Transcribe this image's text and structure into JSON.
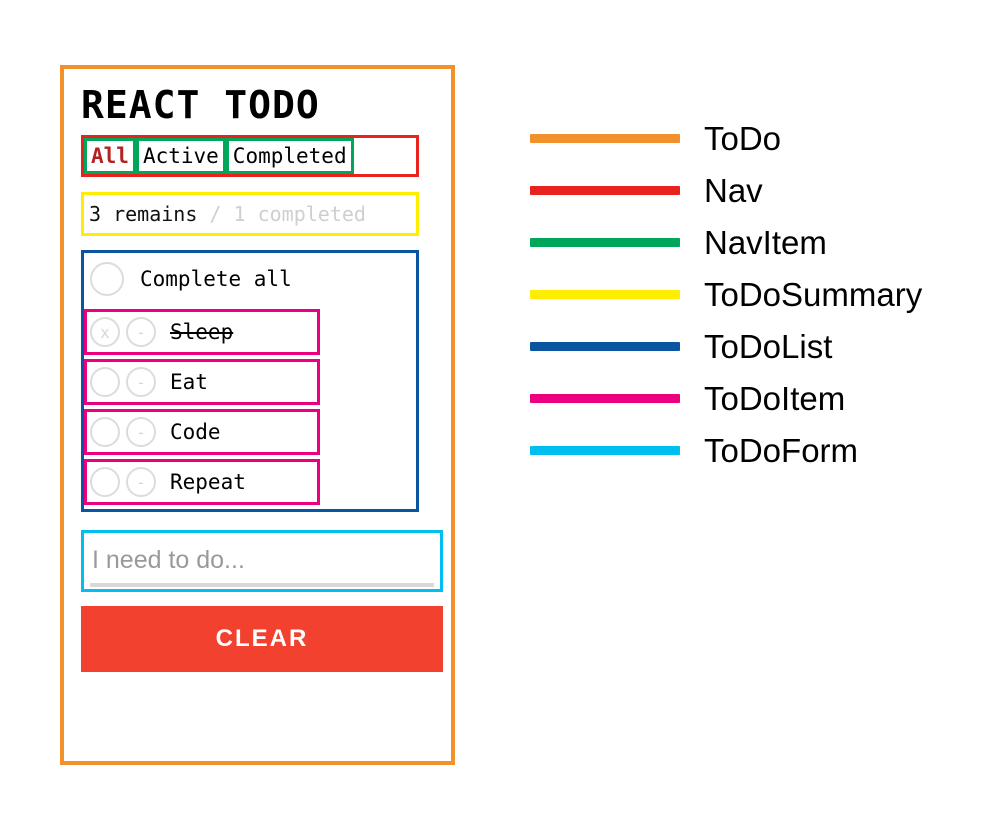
{
  "app": {
    "title": "REACT TODO",
    "nav": {
      "items": [
        {
          "label": "All",
          "active": true
        },
        {
          "label": "Active",
          "active": false
        },
        {
          "label": "Completed",
          "active": false
        }
      ]
    },
    "summary": {
      "remains_text": "3 remains ",
      "completed_text": "/ 1 completed",
      "remains_count": 3,
      "completed_count": 1
    },
    "complete_all": {
      "label": "Complete all",
      "toggle_icon": "empty-circle-icon",
      "checked": false
    },
    "todos": [
      {
        "label": "Sleep",
        "done": true,
        "toggle_icon": "x-circle-icon",
        "toggle_glyph": "x",
        "delete_icon": "minus-circle-icon",
        "delete_glyph": "-"
      },
      {
        "label": "Eat",
        "done": false,
        "toggle_icon": "empty-circle-icon",
        "toggle_glyph": "",
        "delete_icon": "minus-circle-icon",
        "delete_glyph": "-"
      },
      {
        "label": "Code",
        "done": false,
        "toggle_icon": "empty-circle-icon",
        "toggle_glyph": "",
        "delete_icon": "minus-circle-icon",
        "delete_glyph": "-"
      },
      {
        "label": "Repeat",
        "done": false,
        "toggle_icon": "empty-circle-icon",
        "toggle_glyph": "",
        "delete_icon": "minus-circle-icon",
        "delete_glyph": "-"
      }
    ],
    "form": {
      "placeholder": "I need to do...",
      "value": ""
    },
    "clear_button": {
      "label": "CLEAR"
    }
  },
  "legend": {
    "items": [
      {
        "label": "ToDo",
        "color": "#F2912B"
      },
      {
        "label": "Nav",
        "color": "#E8231F"
      },
      {
        "label": "NavItem",
        "color": "#00A65A"
      },
      {
        "label": "ToDoSummary",
        "color": "#FFEE00"
      },
      {
        "label": "ToDoList",
        "color": "#0A54A0"
      },
      {
        "label": "ToDoItem",
        "color": "#EC0080"
      },
      {
        "label": "ToDoForm",
        "color": "#00BFF0"
      }
    ]
  },
  "colors": {
    "todo": "#F2912B",
    "nav": "#E8231F",
    "navitem": "#00A65A",
    "summary": "#FFEE00",
    "list": "#0A54A0",
    "item": "#EC0080",
    "form": "#00BFF0",
    "clear_button": "#F2412F"
  }
}
